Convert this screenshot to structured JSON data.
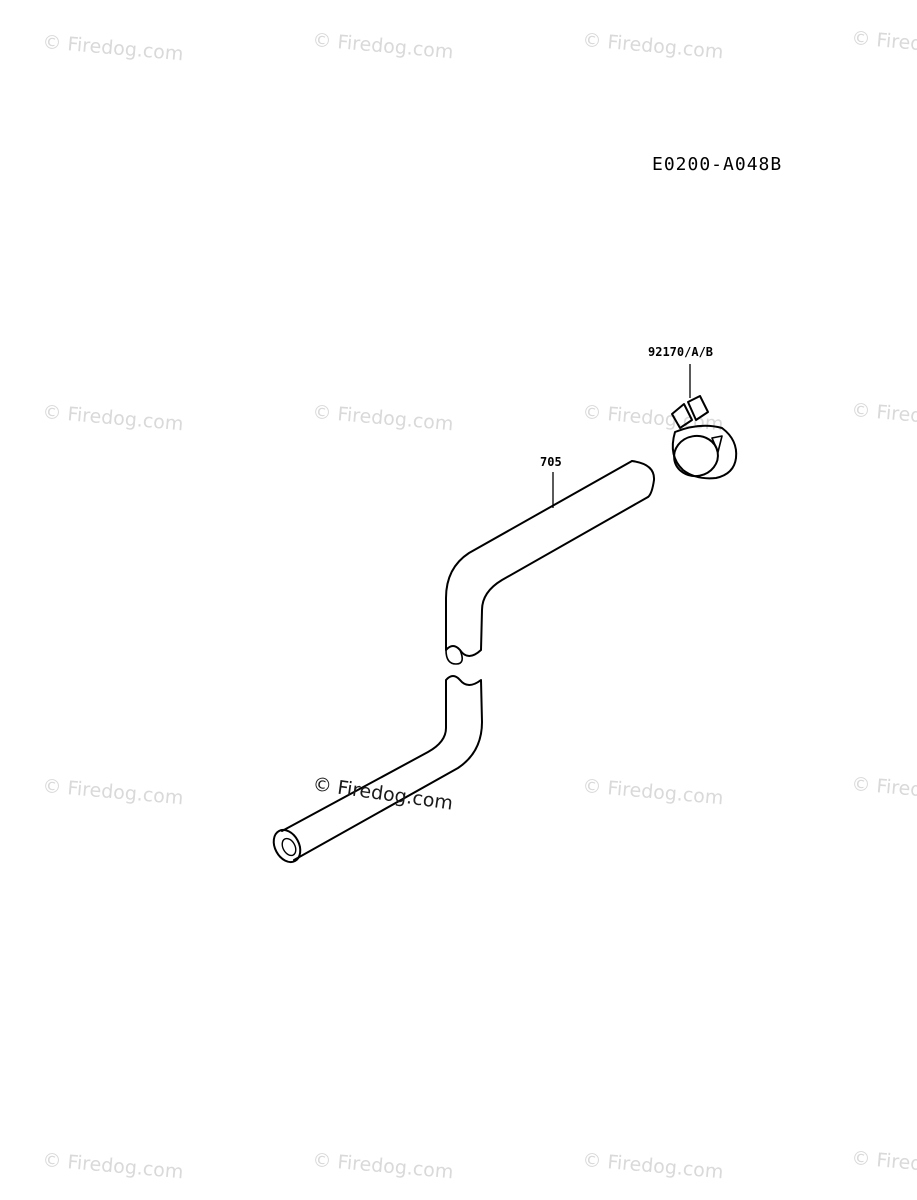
{
  "diagram": {
    "reference_code": "E0200-A048B",
    "callouts": {
      "hose": "705",
      "clamp": "92170/A/B"
    }
  },
  "watermark": {
    "text": "© Firedog.com",
    "color": "#d9d9d9"
  }
}
